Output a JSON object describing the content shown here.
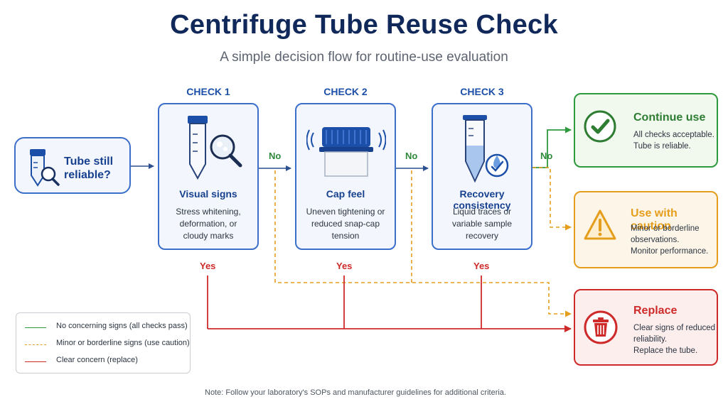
{
  "title": "Centrifuge Tube Reuse Check",
  "subtitle": "A simple decision flow for routine-use evaluation",
  "start": {
    "text": "Tube still reliable?",
    "icon": "tube-magnifier-icon"
  },
  "checks": [
    {
      "label": "CHECK 1",
      "title": "Visual signs",
      "desc": [
        "Stress whitening,",
        "deformation, or",
        "cloudy marks"
      ],
      "icon": "tube-magnifier-icon"
    },
    {
      "label": "CHECK 2",
      "title": "Cap feel",
      "desc": [
        "Uneven tightening or",
        "reduced snap-cap",
        "tension"
      ],
      "icon": "snap-cap-icon"
    },
    {
      "label": "CHECK 3",
      "title": "Recovery consistency",
      "desc": [
        "Liquid traces or",
        "variable sample",
        "recovery"
      ],
      "icon": "tube-droplet-check-icon"
    }
  ],
  "branches": {
    "no": "No",
    "yes": "Yes"
  },
  "outcomes": [
    {
      "title": "Continue use",
      "desc": [
        "All checks acceptable.",
        "Tube is reliable."
      ],
      "icon": "checkmark-icon",
      "color": "#2e9a3e"
    },
    {
      "title": "Use with caution",
      "desc": [
        "Minor or borderline",
        "observations.",
        "Monitor performance."
      ],
      "icon": "warning-icon",
      "color": "#e59d1c"
    },
    {
      "title": "Replace",
      "desc": [
        "Clear signs of reduced",
        "reliability.",
        "Replace the tube."
      ],
      "icon": "trash-icon",
      "color": "#cf2a2a"
    }
  ],
  "legend": [
    {
      "text": "No concerning signs (all checks pass)",
      "color": "#2e9a3e",
      "style": "solid"
    },
    {
      "text": "Minor or borderline signs (use caution)",
      "color": "#e59d1c",
      "style": "dashed"
    },
    {
      "text": "Clear concern (replace)",
      "color": "#cf2a2a",
      "style": "solid"
    }
  ],
  "note": "Note: Follow your laboratory's SOPs and manufacturer guidelines for additional criteria."
}
